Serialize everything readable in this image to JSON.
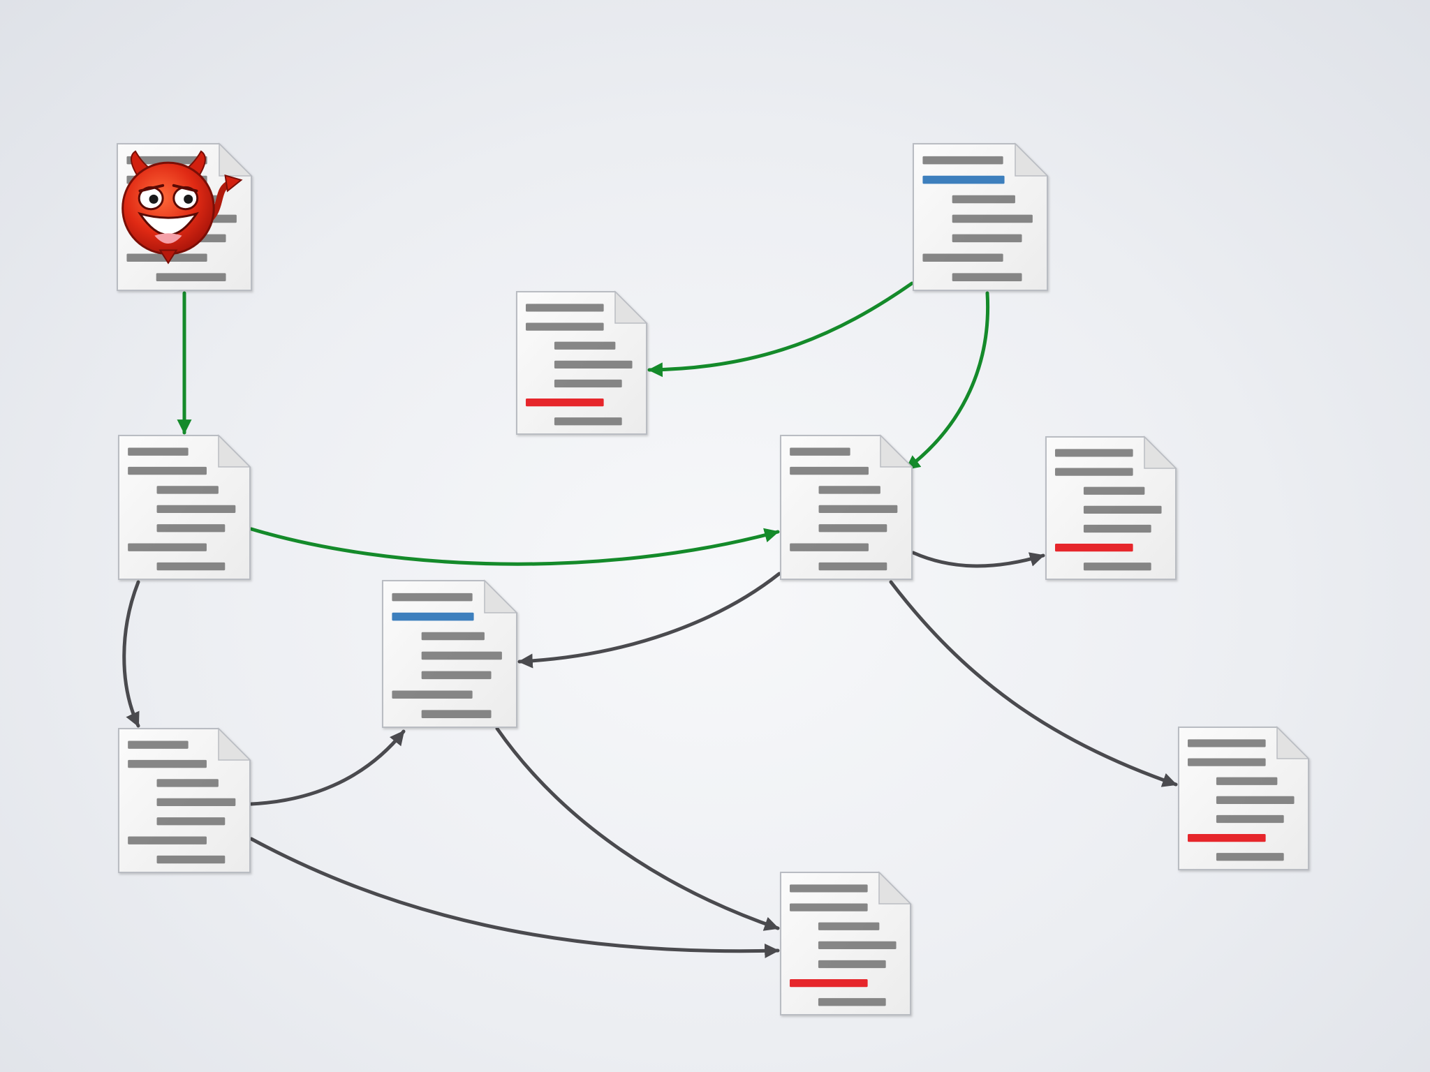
{
  "diagram": {
    "description_free": true,
    "colors": {
      "background": "#eceef2",
      "page_fill": "#f4f4f4",
      "page_border": "#b9bcc2",
      "line_gray": "#7c7c7c",
      "line_blue": "#3d7fbd",
      "line_red": "#e6262b",
      "arrow_green": "#148a2a",
      "arrow_gray": "#4a4a4e",
      "devil_red": "#e02a14"
    },
    "nodes": [
      {
        "id": "n-devil",
        "icon": "devil-face-icon",
        "variant": "infected"
      },
      {
        "id": "n-top-right",
        "icon": "document-icon",
        "variant": "blue-line"
      },
      {
        "id": "n-mid-upper",
        "icon": "document-icon",
        "variant": "red-line"
      },
      {
        "id": "n-left-1",
        "icon": "document-icon",
        "variant": "plain"
      },
      {
        "id": "n-center",
        "icon": "document-icon",
        "variant": "plain"
      },
      {
        "id": "n-right-1",
        "icon": "document-icon",
        "variant": "red-line"
      },
      {
        "id": "n-mid-lower",
        "icon": "document-icon",
        "variant": "blue-line"
      },
      {
        "id": "n-left-2",
        "icon": "document-icon",
        "variant": "plain"
      },
      {
        "id": "n-right-2",
        "icon": "document-icon",
        "variant": "red-line"
      },
      {
        "id": "n-bottom",
        "icon": "document-icon",
        "variant": "red-line"
      }
    ],
    "edges": [
      {
        "from": "n-devil",
        "to": "n-left-1",
        "color": "green"
      },
      {
        "from": "n-top-right",
        "to": "n-mid-upper",
        "color": "green"
      },
      {
        "from": "n-top-right",
        "to": "n-center",
        "color": "green"
      },
      {
        "from": "n-left-1",
        "to": "n-center",
        "color": "green"
      },
      {
        "from": "n-left-1",
        "to": "n-left-2",
        "color": "gray"
      },
      {
        "from": "n-center",
        "to": "n-right-1",
        "color": "gray"
      },
      {
        "from": "n-center",
        "to": "n-mid-lower",
        "color": "gray"
      },
      {
        "from": "n-center",
        "to": "n-right-2",
        "color": "gray"
      },
      {
        "from": "n-left-2",
        "to": "n-mid-lower",
        "color": "gray"
      },
      {
        "from": "n-left-2",
        "to": "n-bottom",
        "color": "gray"
      },
      {
        "from": "n-mid-lower",
        "to": "n-bottom",
        "color": "gray"
      }
    ]
  }
}
